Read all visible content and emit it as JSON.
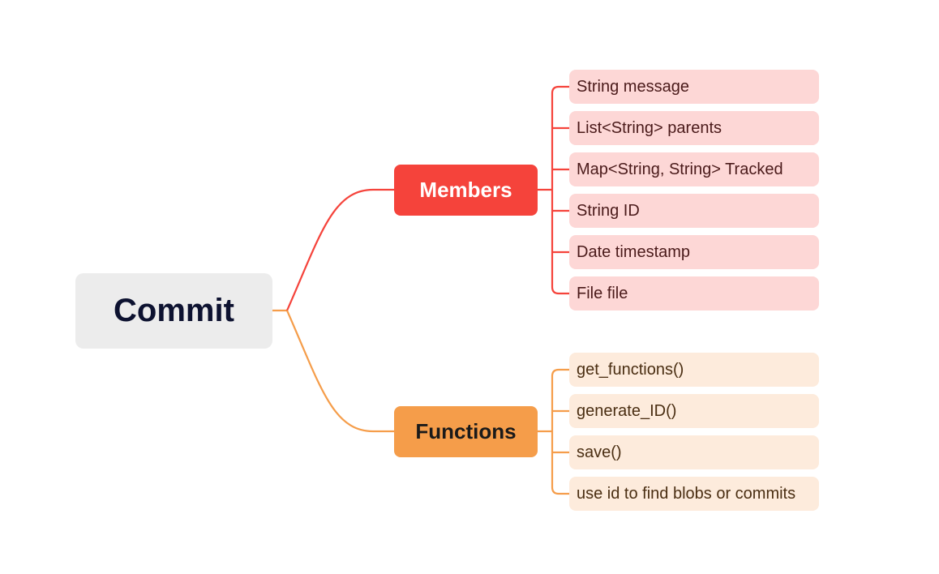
{
  "root": {
    "label": "Commit"
  },
  "branches": [
    {
      "label": "Members",
      "color": "#f5433b",
      "leaf_color": "#fdd7d6",
      "items": [
        "String message",
        "List<String> parents",
        "Map<String, String> Tracked",
        "String ID",
        "Date timestamp",
        "File file"
      ]
    },
    {
      "label": "Functions",
      "color": "#f59d4a",
      "leaf_color": "#fdebdc",
      "items": [
        "get_functions()",
        "generate_ID()",
        "save()",
        "use id to find blobs or commits"
      ]
    }
  ]
}
